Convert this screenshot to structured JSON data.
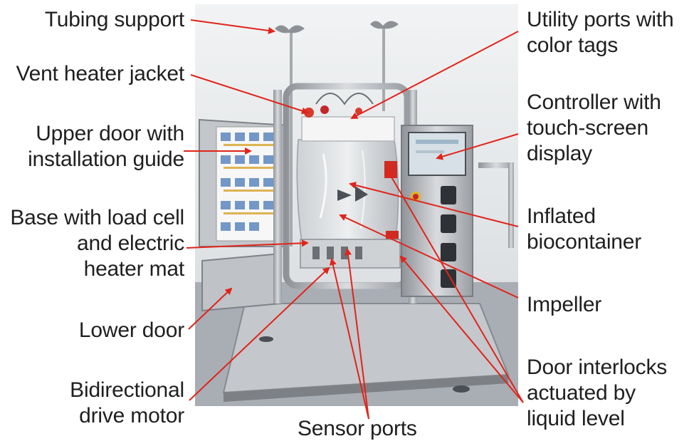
{
  "labels": {
    "tubing_support": "Tubing support",
    "vent_heater_jacket": "Vent heater jacket",
    "upper_door": "Upper door with\ninstallation guide",
    "base_load_cell": "Base with load cell\nand electric\nheater mat",
    "lower_door": "Lower door",
    "bidirectional_motor": "Bidirectional\ndrive motor",
    "sensor_ports": "Sensor ports",
    "utility_ports": "Utility ports with\ncolor tags",
    "controller": "Controller with\ntouch-screen\ndisplay",
    "biocontainer": "Inflated\nbiocontainer",
    "impeller": "Impeller",
    "door_interlocks": "Door interlocks\nactuated by\nliquid level"
  },
  "colors": {
    "arrow": "#e0241b",
    "text": "#1f1f1f",
    "steel": "#b9bcc0",
    "floor": "#8e949a",
    "background_wall": "#eceeef"
  }
}
